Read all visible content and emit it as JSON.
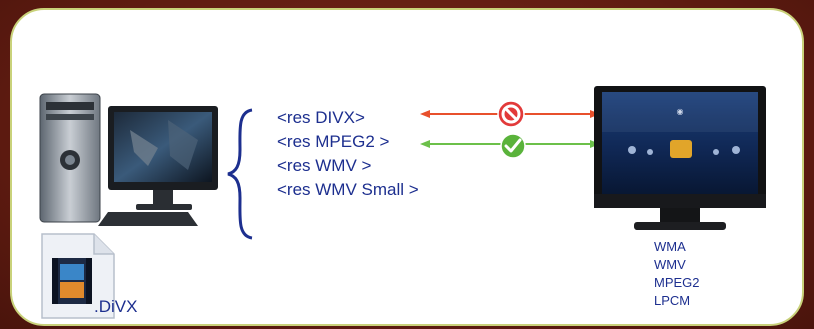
{
  "resolutions": [
    "<res DIVX>",
    "<res MPEG2 >",
    "<res WMV >",
    "<res WMV Small >"
  ],
  "file": {
    "label": ".DiVX"
  },
  "tv": {
    "formats": [
      "WMA",
      "WMV",
      "MPEG2",
      "LPCM"
    ]
  },
  "colors": {
    "background": "#6b1f14",
    "panel_border": "#c9d27a",
    "text": "#1d2f8f",
    "blocked_arrow": "#e8502c",
    "allowed_arrow": "#6cc04a"
  },
  "icons": {
    "pc": "desktop-computer-icon",
    "tv": "television-icon",
    "file": "video-file-icon",
    "blocked": "no-entry-icon",
    "allowed": "checkmark-icon"
  }
}
